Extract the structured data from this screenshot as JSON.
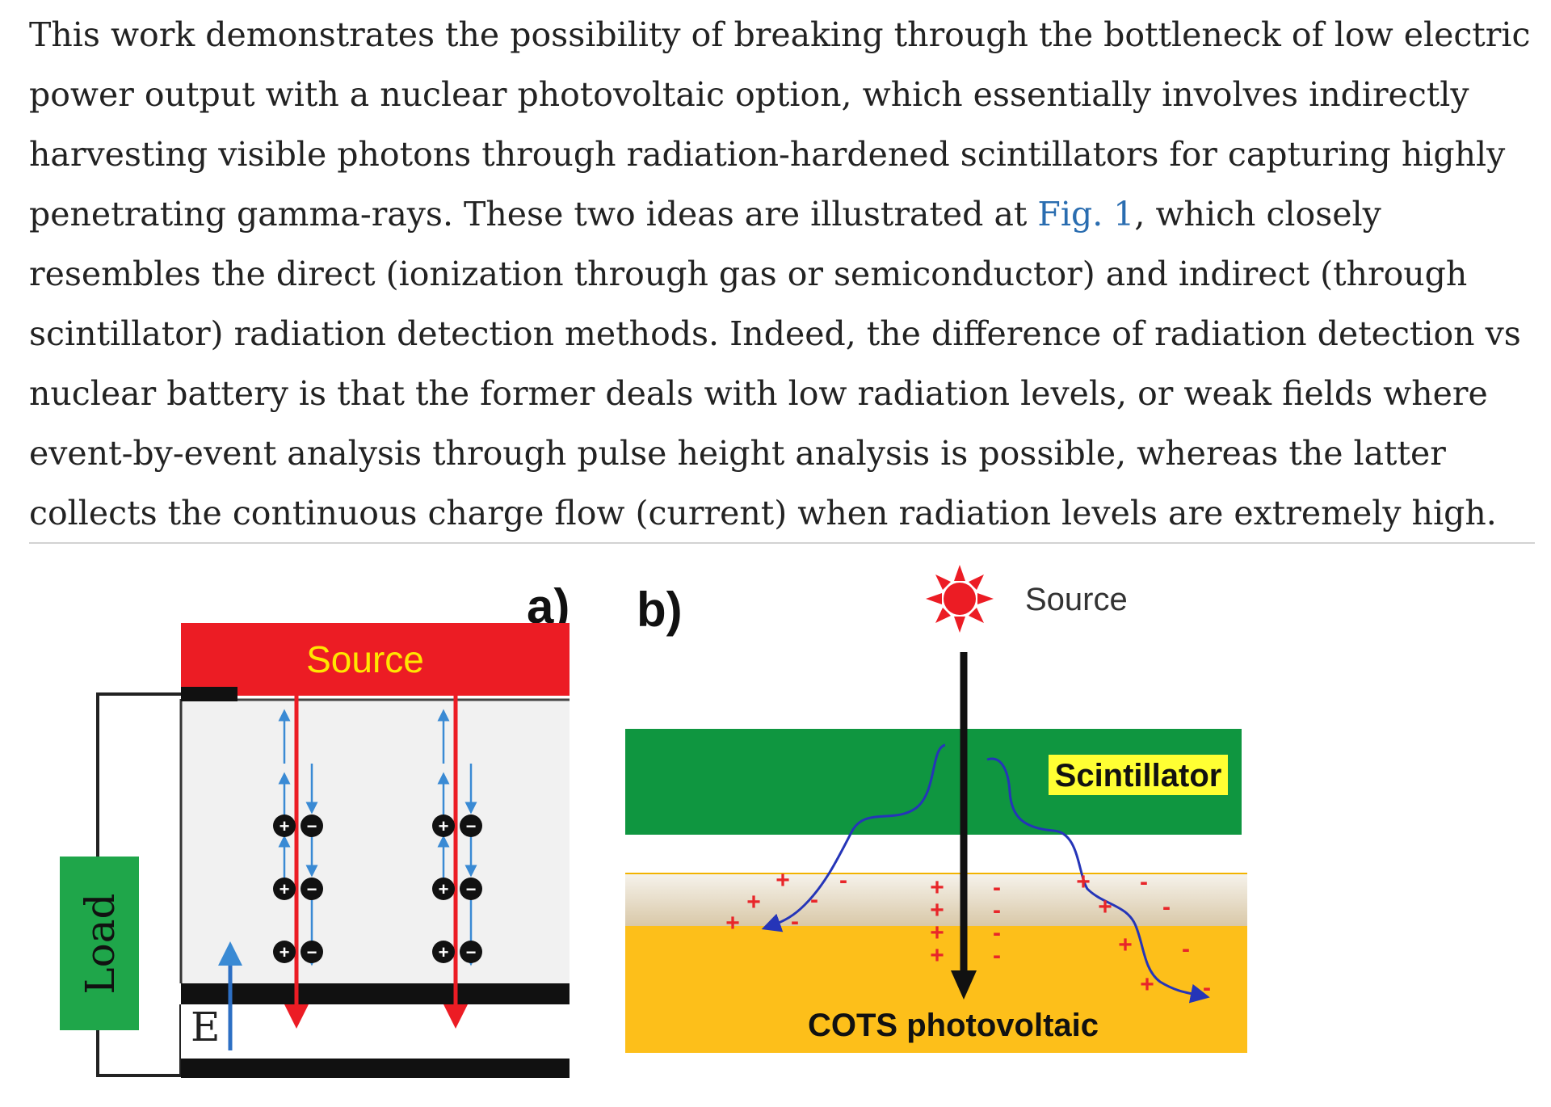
{
  "paragraph": {
    "before_link": "This work demonstrates the possibility of breaking through the bottleneck of low electric power output with a nuclear photovoltaic option, which essentially involves indirectly harvesting visible photons through radiation-hardened scintillators for capturing highly penetrating gamma-rays. These two ideas are illustrated at ",
    "link_text": "Fig. 1",
    "after_link": ", which closely resembles the direct (ionization through gas or semiconductor) and indirect (through scintillator) radiation detection methods. Indeed, the difference of radiation detection vs nuclear battery is that the former deals with low radiation levels, or weak fields where event-by-event analysis through pulse height analysis is possible, whereas the latter collects the continuous charge flow (current) when radiation levels are extremely high."
  },
  "figure": {
    "panel_a": {
      "label": "a)",
      "source_label": "Source",
      "load_label": "Load",
      "field_label": "E",
      "carrier_plus": "+",
      "carrier_minus": "−"
    },
    "panel_b": {
      "label": "b)",
      "source_label": "Source",
      "scintillator_label": "Scintillator",
      "photovoltaic_label": "COTS photovoltaic",
      "charge_plus": "+",
      "charge_minus": "-"
    },
    "colors": {
      "source_red": "#ec1c24",
      "source_text": "#ffe600",
      "load_green": "#1fa64a",
      "scintillator_green": "#0f9640",
      "scintillator_label_bg": "#ffff33",
      "photovoltaic_orange": "#fdbf1a",
      "arrow_blue": "#3a8ad4",
      "photon_blue": "#2535b8",
      "charge_red": "#e8262a"
    },
    "icons": [
      "sun-burst-icon"
    ]
  }
}
